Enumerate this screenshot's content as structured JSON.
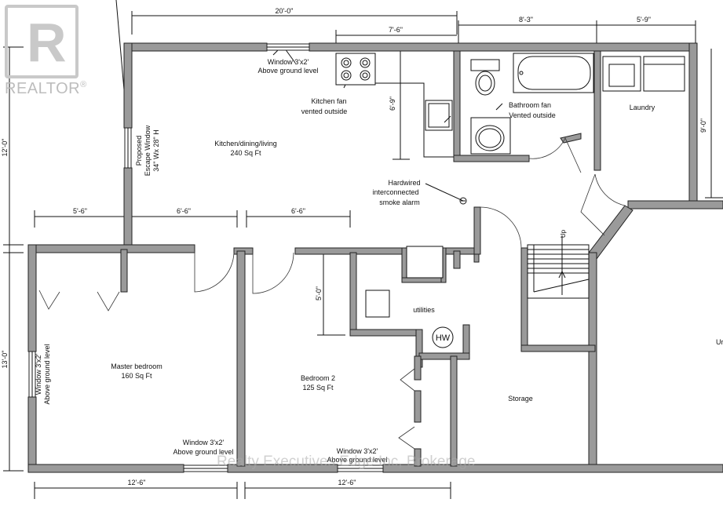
{
  "watermark": {
    "logo_text": "REALTOR",
    "logo_mark": "R",
    "reg_symbol": "®",
    "brokerage": "Realty Executives Edge Inc, Brokerage"
  },
  "dimensions": {
    "top_overall": "20'-0\"",
    "top_kitchen": "7'-6\"",
    "top_bath": "8'-3\"",
    "top_laundry": "5'-9\"",
    "left_upper": "12'-0\"",
    "left_lower": "13'-0\"",
    "kitchen_depth": "6'-9\"",
    "laundry_depth": "9'-0\"",
    "mid_a": "5'-6\"",
    "mid_b": "6'-6\"",
    "mid_c": "6'-6\"",
    "utilities_depth": "5'-0\"",
    "bottom_left": "12'-6\"",
    "bottom_right": "12'-6\""
  },
  "rooms": {
    "kitchen_name": "Kitchen/dining/living",
    "kitchen_area": "240 Sq Ft",
    "bathroom_note_1": "Bathroom fan",
    "bathroom_note_2": "Vented outside",
    "laundry": "Laundry",
    "master_name": "Master bedroom",
    "master_area": "160 Sq Ft",
    "bedroom2_name": "Bedroom 2",
    "bedroom2_area": "125 Sq Ft",
    "utilities": "utilities",
    "storage": "Storage",
    "unfinished_partial": "Ur",
    "hw": "HW",
    "stair_up": "Up"
  },
  "notes": {
    "window_top_1": "Window 3'x2'",
    "window_top_2": "Above ground level",
    "fan_1": "Kitchen fan",
    "fan_2": "vented outside",
    "escape_1": "Proposed",
    "escape_2": "Escape Window",
    "escape_3": "34\" Wx 28\" H",
    "alarm_1": "Hardwired",
    "alarm_2": "interconnected",
    "alarm_3": "smoke alarm",
    "window_left_1": "Window 3'x2'",
    "window_left_2": "Above ground level",
    "window_b1_1": "Window 3'x2'",
    "window_b1_2": "Above ground level",
    "window_b2_1": "Window 3'x2'",
    "window_b2_2": "Above ground level"
  }
}
